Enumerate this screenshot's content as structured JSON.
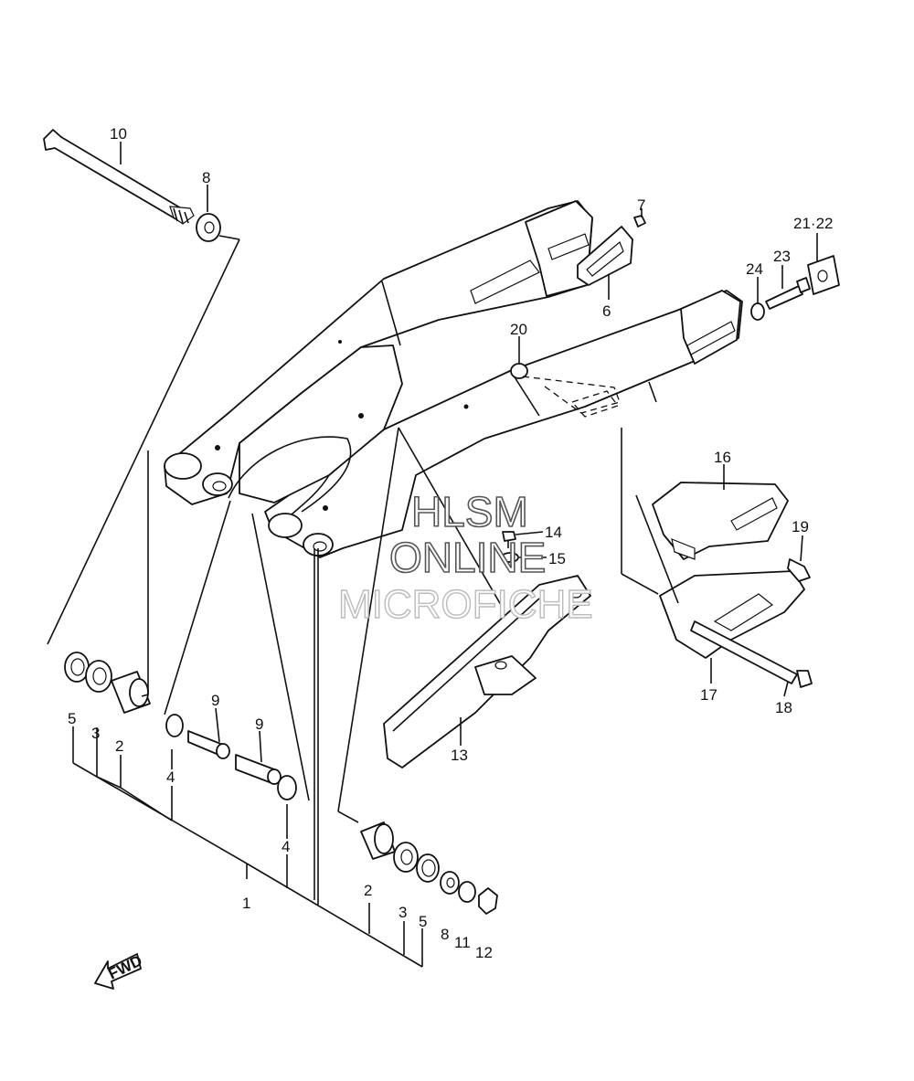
{
  "watermark": {
    "line1": "HLSM",
    "line2": "ONLINE",
    "line3": "MICROFICHE"
  },
  "fwd_label": "FWD",
  "callouts": [
    {
      "id": "c10",
      "text": "10"
    },
    {
      "id": "c8a",
      "text": "8"
    },
    {
      "id": "c7",
      "text": "7"
    },
    {
      "id": "c6",
      "text": "6"
    },
    {
      "id": "c2122",
      "text": "21·22"
    },
    {
      "id": "c23",
      "text": "23"
    },
    {
      "id": "c24",
      "text": "24"
    },
    {
      "id": "c20",
      "text": "20"
    },
    {
      "id": "c16",
      "text": "16"
    },
    {
      "id": "c14",
      "text": "14"
    },
    {
      "id": "c15",
      "text": "15"
    },
    {
      "id": "c19",
      "text": "19"
    },
    {
      "id": "c17",
      "text": "17"
    },
    {
      "id": "c18",
      "text": "18"
    },
    {
      "id": "c13",
      "text": "13"
    },
    {
      "id": "c5a",
      "text": "5"
    },
    {
      "id": "c3a",
      "text": "3"
    },
    {
      "id": "c2a",
      "text": "2"
    },
    {
      "id": "c9a",
      "text": "9"
    },
    {
      "id": "c9b",
      "text": "9"
    },
    {
      "id": "c4a",
      "text": "4"
    },
    {
      "id": "c4b",
      "text": "4"
    },
    {
      "id": "c1",
      "text": "1"
    },
    {
      "id": "c2b",
      "text": "2"
    },
    {
      "id": "c3b",
      "text": "3"
    },
    {
      "id": "c5b",
      "text": "5"
    },
    {
      "id": "c8b",
      "text": "8"
    },
    {
      "id": "c11",
      "text": "11"
    },
    {
      "id": "c12",
      "text": "12"
    }
  ]
}
